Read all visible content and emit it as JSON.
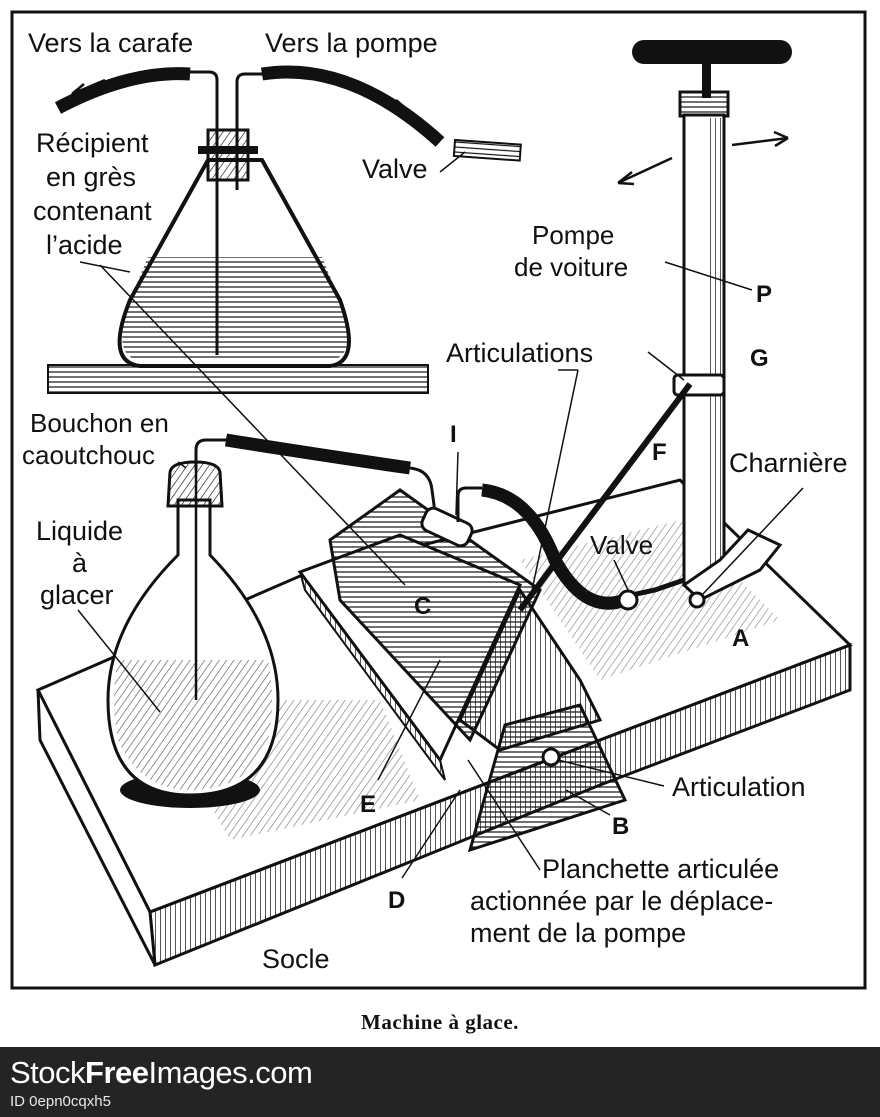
{
  "caption": "Machine à glace.",
  "labels": {
    "vers_carafe": "Vers la carafe",
    "vers_pompe": "Vers la pompe",
    "recipient": [
      "Récipient",
      "en grès",
      "contenant",
      "l’acide"
    ],
    "valve_top": "Valve",
    "pompe": [
      "Pompe",
      "de voiture"
    ],
    "p": "P",
    "g": "G",
    "articulations": "Articulations",
    "i": "I",
    "f": "F",
    "charniere": "Charnière",
    "bouchon": [
      "Bouchon en",
      "caoutchouc"
    ],
    "valve_mid": "Valve",
    "liquide": [
      "Liquide",
      "à",
      "glacer"
    ],
    "c": "C",
    "a": "A",
    "articulation": "Articulation",
    "e": "E",
    "b": "B",
    "d": "D",
    "planchette": [
      "Planchette articulée",
      "actionnée par le déplace-",
      "ment de la pompe"
    ],
    "socle": "Socle"
  },
  "footer": {
    "brand_regular_1": "Stock",
    "brand_bold": "Free",
    "brand_regular_2": "Images.com",
    "image_id": "ID 0epn0cqxh5"
  }
}
